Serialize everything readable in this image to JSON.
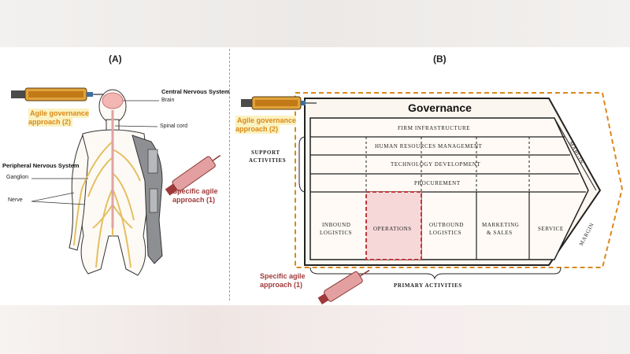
{
  "panel_a": {
    "label": "(A)",
    "central_ns": "Central Nervous System",
    "brain": "Brain",
    "spinal_cord": "Spinal cord",
    "peripheral_ns": "Peripheral Nervous System",
    "ganglion": "Ganglion",
    "nerve": "Nerve",
    "agile_governance": "Agile governance approach (2)",
    "specific_agile": "Specific agile approach (1)"
  },
  "panel_b": {
    "label": "(B)",
    "governance": "Governance",
    "agile_governance": "Agile governance approach (2)",
    "specific_agile": "Specific agile approach (1)",
    "support_activities_1": "SUPPORT",
    "support_activities_2": "ACTIVITIES",
    "support": [
      "FIRM INFRASTRUCTURE",
      "HUMAN RESOURCES MANAGEMENT",
      "TECHNOLOGY DEVELOPMENT",
      "PROCUREMENT"
    ],
    "primary": {
      "inbound_1": "INBOUND",
      "inbound_2": "LOGISTICS",
      "operations": "OPERATIONS",
      "outbound_1": "OUTBOUND",
      "outbound_2": "LOGISTICS",
      "marketing_1": "MARKETING",
      "marketing_2": "& SALES",
      "service": "SERVICE"
    },
    "margin_top": "MARGIN",
    "margin_bottom": "MARGIN",
    "primary_activities": "PRIMARY ACTIVITIES"
  },
  "colors": {
    "accent_orange": "#d9891c",
    "accent_red": "#c0393b",
    "highlight_yellow": "#fbf2bf",
    "nerve_yellow": "#e9c46a"
  }
}
